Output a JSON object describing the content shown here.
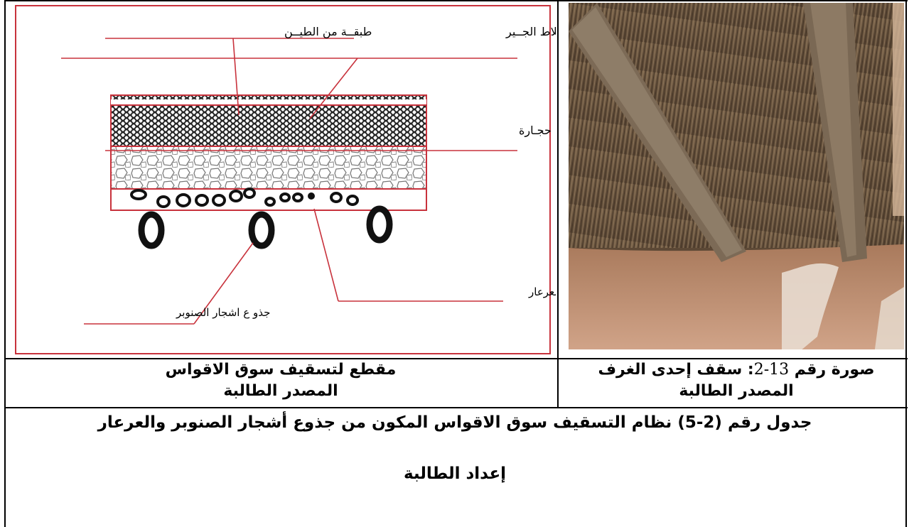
{
  "diagram": {
    "labels": {
      "lime_insulating_layer": "طبقــة عازلــة ملاط الجــير",
      "clay_layer": "طبقــة من الطيــن",
      "stones": "حجـارة",
      "juniper_trunks": "جذوع اشجار العرعار",
      "pine_trunks": "جذو ع اشجار الصنوبر"
    }
  },
  "captions": {
    "left_title": "مقطع لتسقيف  سوق الاقواس",
    "left_source": "المصدر الطالبة",
    "right_prefix": "صورة رقم ",
    "right_number": "13-2",
    "right_suffix": ": سقف إحدى الغرف",
    "right_source": "المصدر الطالبة"
  },
  "table_caption": {
    "title": "جدول رقم (2-5) نظام التسقيف سوق الاقواس المكون من جذوع أشجار الصنوبر والعرعار",
    "credit": "إعداد الطالبة"
  },
  "colors": {
    "diagram_red": "#c8323c",
    "photo_wood": "#6b5740",
    "photo_mud": "#c08f6e"
  }
}
